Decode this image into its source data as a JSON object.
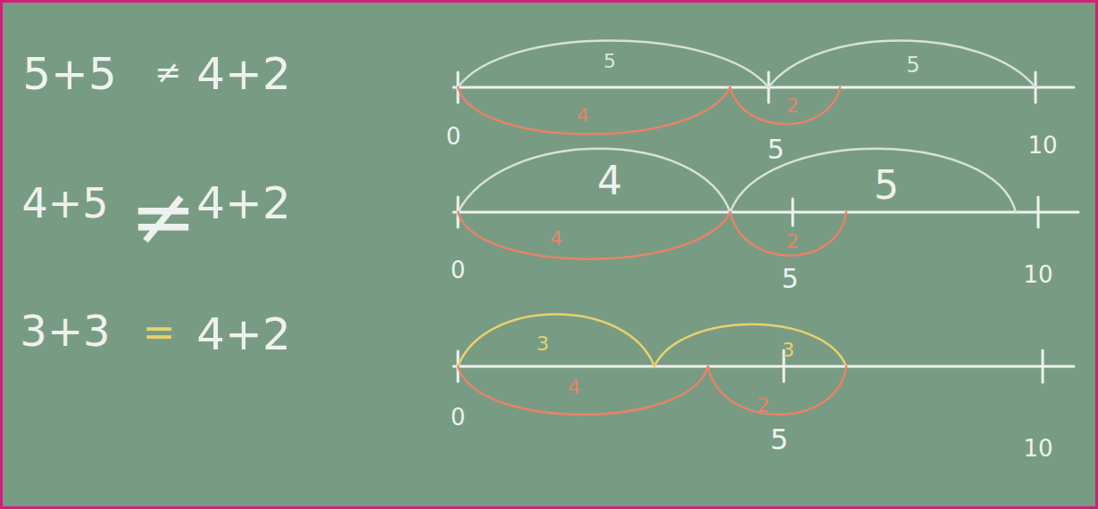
{
  "diagram": {
    "labels": [
      "5+5",
      "≠",
      "4+2",
      "5",
      "5",
      "4",
      "2",
      "0",
      "5",
      "10",
      "4+5",
      "≠",
      "4+2",
      "4",
      "5",
      "4",
      "2",
      "0",
      "5",
      "10",
      "3+3",
      "=",
      "4+2",
      "3",
      "3",
      "4",
      "2",
      "0",
      "5",
      "10"
    ]
  }
}
